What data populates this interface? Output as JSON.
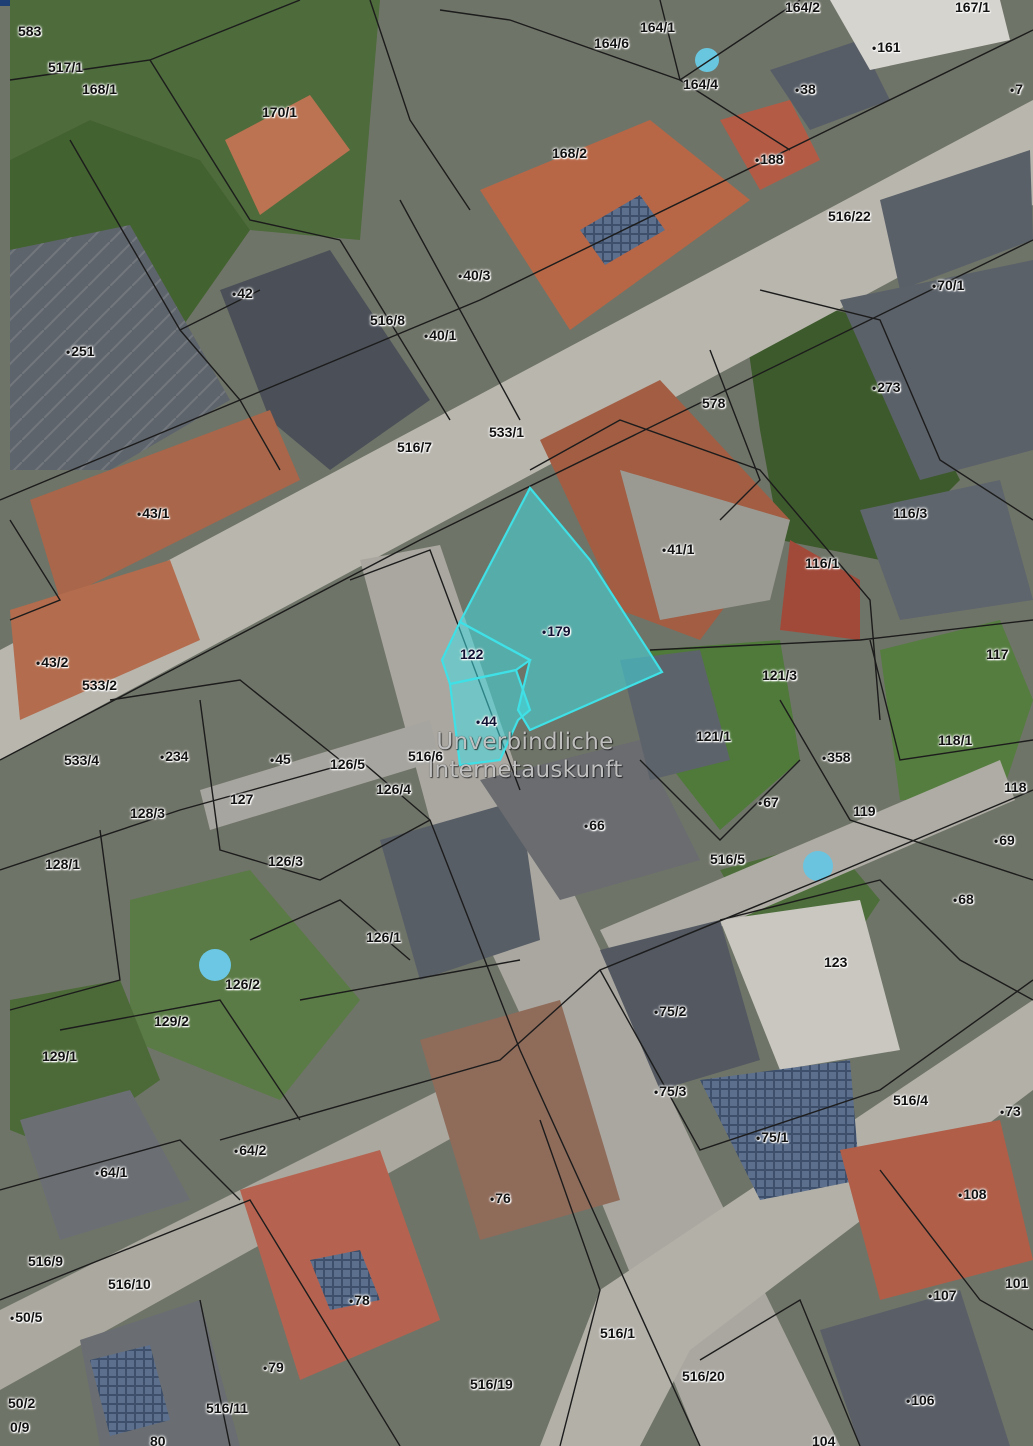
{
  "watermark": {
    "line1": "Unverbindliche",
    "line2": "Internetauskunft"
  },
  "parcels": [
    {
      "id": "583",
      "dot": false
    },
    {
      "id": "517/1",
      "dot": false
    },
    {
      "id": "168/1",
      "dot": false
    },
    {
      "id": "170/1",
      "dot": false
    },
    {
      "id": "164/6",
      "dot": false
    },
    {
      "id": "164/1",
      "dot": false
    },
    {
      "id": "164/2",
      "dot": false
    },
    {
      "id": "167/1",
      "dot": false
    },
    {
      "id": "161",
      "dot": true
    },
    {
      "id": "164/4",
      "dot": false
    },
    {
      "id": "38",
      "dot": true
    },
    {
      "id": "7",
      "dot": true
    },
    {
      "id": "168/2",
      "dot": false
    },
    {
      "id": "188",
      "dot": true
    },
    {
      "id": "516/22",
      "dot": false
    },
    {
      "id": "40/3",
      "dot": true
    },
    {
      "id": "42",
      "dot": true
    },
    {
      "id": "516/8",
      "dot": false
    },
    {
      "id": "40/1",
      "dot": true
    },
    {
      "id": "70/1",
      "dot": true
    },
    {
      "id": "251",
      "dot": true
    },
    {
      "id": "273",
      "dot": true
    },
    {
      "id": "578",
      "dot": false
    },
    {
      "id": "533/1",
      "dot": false
    },
    {
      "id": "516/7",
      "dot": false
    },
    {
      "id": "43/1",
      "dot": true
    },
    {
      "id": "116/3",
      "dot": false
    },
    {
      "id": "41/1",
      "dot": true
    },
    {
      "id": "116/1",
      "dot": false
    },
    {
      "id": "179",
      "dot": true
    },
    {
      "id": "122",
      "dot": false
    },
    {
      "id": "117",
      "dot": false
    },
    {
      "id": "43/2",
      "dot": true
    },
    {
      "id": "533/2",
      "dot": false
    },
    {
      "id": "121/3",
      "dot": false
    },
    {
      "id": "44",
      "dot": true
    },
    {
      "id": "121/1",
      "dot": false
    },
    {
      "id": "118/1",
      "dot": false
    },
    {
      "id": "533/4",
      "dot": false
    },
    {
      "id": "234",
      "dot": true
    },
    {
      "id": "45",
      "dot": true
    },
    {
      "id": "126/5",
      "dot": false
    },
    {
      "id": "516/6",
      "dot": false
    },
    {
      "id": "358",
      "dot": true
    },
    {
      "id": "127",
      "dot": false
    },
    {
      "id": "126/4",
      "dot": false
    },
    {
      "id": "118",
      "dot": false
    },
    {
      "id": "128/3",
      "dot": false
    },
    {
      "id": "67",
      "dot": true
    },
    {
      "id": "119",
      "dot": false
    },
    {
      "id": "66",
      "dot": true
    },
    {
      "id": "69",
      "dot": true
    },
    {
      "id": "128/1",
      "dot": false
    },
    {
      "id": "126/3",
      "dot": false
    },
    {
      "id": "516/5",
      "dot": false
    },
    {
      "id": "68",
      "dot": true
    },
    {
      "id": "126/1",
      "dot": false
    },
    {
      "id": "123",
      "dot": false
    },
    {
      "id": "126/2",
      "dot": false
    },
    {
      "id": "75/2",
      "dot": true
    },
    {
      "id": "129/2",
      "dot": false
    },
    {
      "id": "129/1",
      "dot": false
    },
    {
      "id": "75/3",
      "dot": true
    },
    {
      "id": "516/4",
      "dot": false
    },
    {
      "id": "73",
      "dot": true
    },
    {
      "id": "75/1",
      "dot": true
    },
    {
      "id": "64/2",
      "dot": true
    },
    {
      "id": "64/1",
      "dot": true
    },
    {
      "id": "76",
      "dot": true
    },
    {
      "id": "108",
      "dot": true
    },
    {
      "id": "516/9",
      "dot": false
    },
    {
      "id": "516/10",
      "dot": false
    },
    {
      "id": "78",
      "dot": true
    },
    {
      "id": "107",
      "dot": true
    },
    {
      "id": "101",
      "dot": false
    },
    {
      "id": "50/5",
      "dot": true
    },
    {
      "id": "516/1",
      "dot": false
    },
    {
      "id": "516/20",
      "dot": false
    },
    {
      "id": "79",
      "dot": true
    },
    {
      "id": "516/19",
      "dot": false
    },
    {
      "id": "50/2",
      "dot": false
    },
    {
      "id": "0/9",
      "dot": false
    },
    {
      "id": "516/11",
      "dot": false
    },
    {
      "id": "106",
      "dot": true
    },
    {
      "id": "80",
      "dot": false
    },
    {
      "id": "104",
      "dot": false
    }
  ],
  "highlight": {
    "color": "#3fe0e6",
    "parcels": [
      "179",
      "122",
      "44"
    ]
  }
}
